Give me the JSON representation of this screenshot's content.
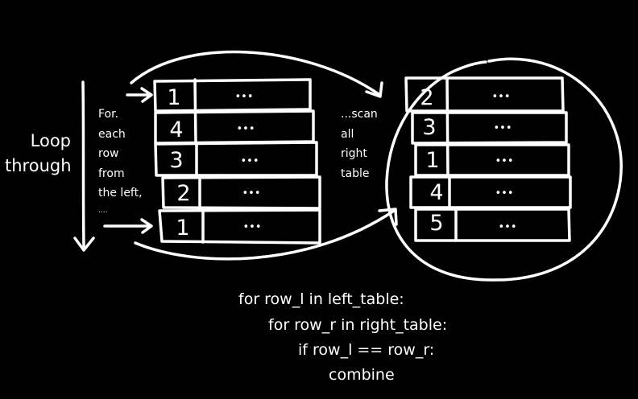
{
  "left_label": {
    "line1": "Loop",
    "line2": "through"
  },
  "left_note": [
    "For.",
    "each",
    "row",
    "from",
    "the left,",
    "...."
  ],
  "right_note": [
    "...scan",
    "all",
    "right",
    "table"
  ],
  "left_table": {
    "keys": [
      "1",
      "4",
      "3",
      "2",
      "1"
    ],
    "values": [
      "•••",
      "•••",
      "•••",
      "•••",
      "•••"
    ]
  },
  "right_table": {
    "keys": [
      "2",
      "3",
      "1",
      "4",
      "5"
    ],
    "values": [
      "•••",
      "•••",
      "•••",
      "•••",
      "•••"
    ]
  },
  "code": [
    "for row_l in left_table:",
    "for row_r in right_table:",
    "if row_l == row_r:",
    "combine"
  ]
}
